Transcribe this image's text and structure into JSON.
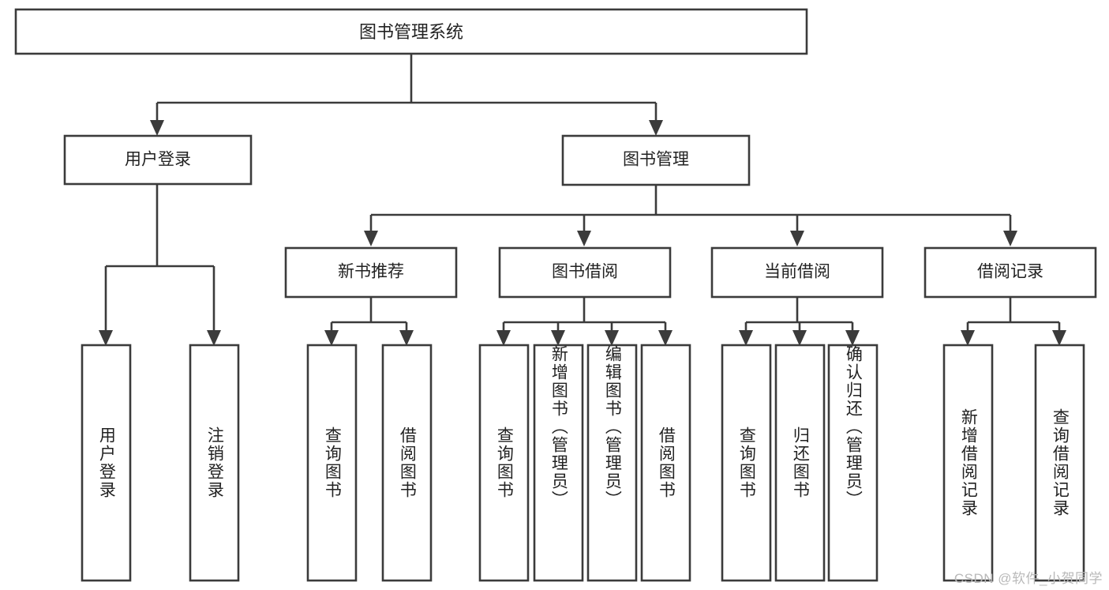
{
  "diagram": {
    "type": "tree-hierarchy",
    "title": "图书管理系统",
    "colors": {
      "stroke": "#3b3b3b",
      "fill": "#ffffff",
      "text": "#222222",
      "watermark": "#b9b9b9"
    },
    "root": {
      "label": "图书管理系统"
    },
    "level2": [
      {
        "label": "用户登录"
      },
      {
        "label": "图书管理"
      }
    ],
    "level3": [
      {
        "label": "新书推荐"
      },
      {
        "label": "图书借阅"
      },
      {
        "label": "当前借阅"
      },
      {
        "label": "借阅记录"
      }
    ],
    "leaves": {
      "user_login": [
        {
          "label": "用户登录"
        },
        {
          "label": "注销登录"
        }
      ],
      "new_book_recommend": [
        {
          "label": "查询图书"
        },
        {
          "label": "借阅图书"
        }
      ],
      "book_borrow": [
        {
          "label": "查询图书"
        },
        {
          "label": "新增图书（管理员）"
        },
        {
          "label": "编辑图书（管理员）"
        },
        {
          "label": "借阅图书"
        }
      ],
      "current_borrow": [
        {
          "label": "查询图书"
        },
        {
          "label": "归还图书"
        },
        {
          "label": "确认归还（管理员）"
        }
      ],
      "borrow_record": [
        {
          "label": "新增借阅记录"
        },
        {
          "label": "查询借阅记录"
        }
      ]
    },
    "watermark": "CSDN @软件_小贺同学"
  }
}
